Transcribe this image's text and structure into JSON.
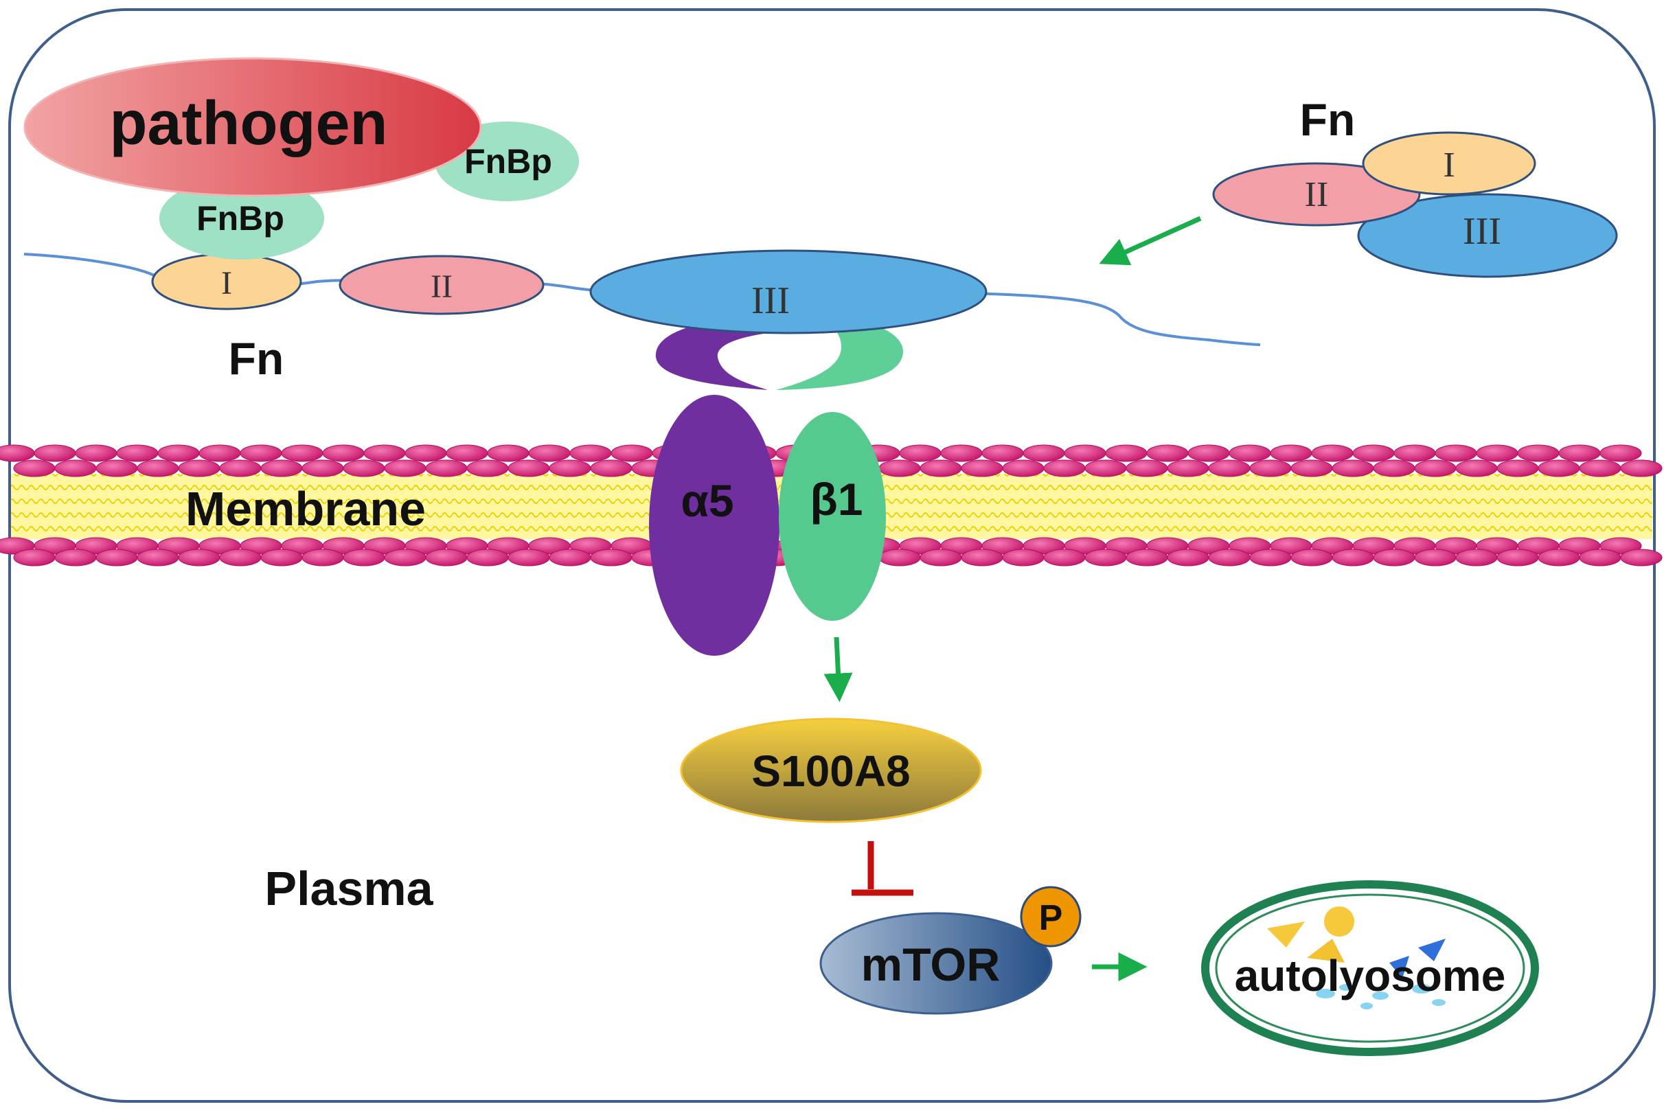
{
  "labels": {
    "pathogen": "pathogen",
    "fnbp": "FnBp",
    "fn": "Fn",
    "domain_1": "I",
    "domain_2": "II",
    "domain_3": "III",
    "alpha5": "α5",
    "beta1": "β1",
    "membrane": "Membrane",
    "plasma": "Plasma",
    "s100a8": "S100A8",
    "mtor": "mTOR",
    "phospho": "P",
    "autolysosome": "autolyosome"
  },
  "colors": {
    "cell_border": "#3f5e8c",
    "pathogen": "#e04e56",
    "fnbp": "#9ee1c4",
    "fn_domain_1": "#fcd595",
    "fn_domain_2": "#f29fa7",
    "fn_domain_3": "#5aade0",
    "fn_strand": "#5b8fd6",
    "alpha5": "#6f2f9e",
    "beta1": "#56c98e",
    "lipid_head": "#d01f74",
    "lipid_tail": "#ffec00",
    "s100a8": "#e7b52a",
    "mtor": "#2e5a8f",
    "phospho": "#ef9500",
    "activation_arrow": "#1aad4b",
    "inhibition": "#c40f0f",
    "autolysosome_ring": "#1f8052"
  },
  "edges": [
    {
      "from": "Fn (free)",
      "to": "Fn (bound)",
      "type": "activation"
    },
    {
      "from": "β1",
      "to": "S100A8",
      "type": "activation"
    },
    {
      "from": "S100A8",
      "to": "mTOR",
      "type": "inhibition"
    },
    {
      "from": "mTOR",
      "to": "autolyosome",
      "type": "activation"
    }
  ]
}
